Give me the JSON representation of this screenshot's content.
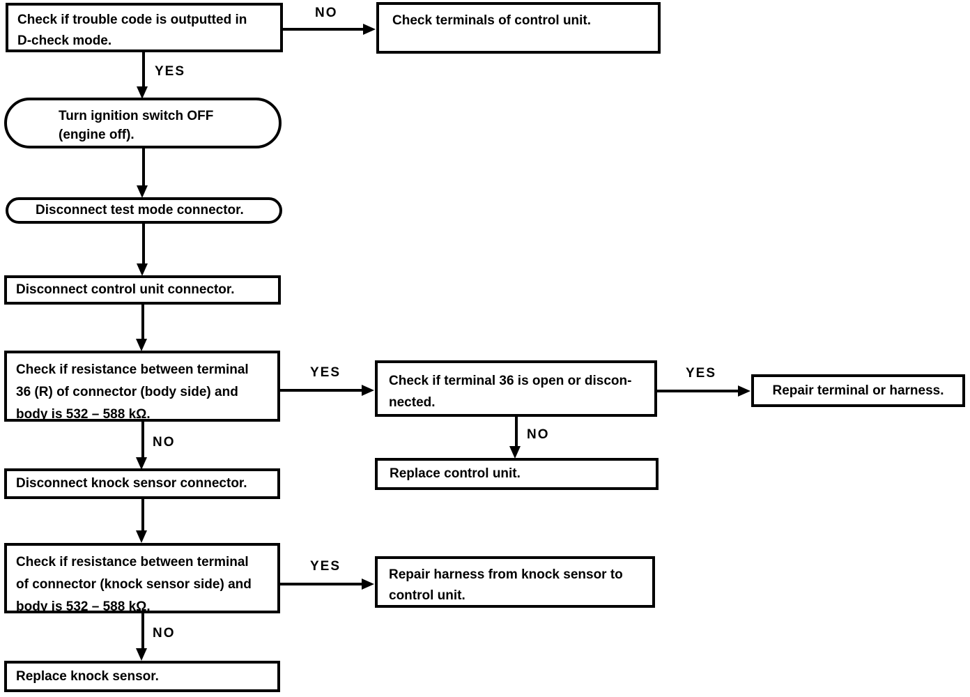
{
  "diagram_title": "Knock sensor diagnostic flowchart",
  "labels": {
    "yes": "YES",
    "no": "NO"
  },
  "colors": {
    "line": "#000000",
    "background": "#ffffff",
    "text": "#000000"
  },
  "nodes": {
    "check_trouble_code": {
      "shape": "rect",
      "text": "Check if trouble code is outputted in\nD-check mode."
    },
    "check_terminals": {
      "shape": "rect",
      "text": "Check terminals of control unit."
    },
    "turn_ignition_off": {
      "shape": "stadium",
      "text": "Turn ignition switch OFF\n(engine off)."
    },
    "disconnect_test_mode": {
      "shape": "stadium",
      "text": "Disconnect test mode connector."
    },
    "disconnect_control_unit": {
      "shape": "rect",
      "text": "Disconnect control unit connector."
    },
    "check_resistance_body": {
      "shape": "rect",
      "text": "Check if resistance between terminal\n36 (R) of connector (body side) and\nbody is 532 – 588 kΩ."
    },
    "check_terminal_36": {
      "shape": "rect",
      "text": "Check if terminal 36 is open or discon-\nnected."
    },
    "repair_terminal": {
      "shape": "rect",
      "text": "Repair terminal or harness."
    },
    "replace_control_unit": {
      "shape": "rect",
      "text": "Replace control unit."
    },
    "disconnect_knock_sensor": {
      "shape": "rect",
      "text": "Disconnect knock sensor connector."
    },
    "check_resistance_sensor": {
      "shape": "rect",
      "text": "Check if resistance between terminal\nof connector (knock sensor side) and\nbody is 532 – 588 kΩ."
    },
    "repair_harness": {
      "shape": "rect",
      "text": "Repair harness from knock sensor to\ncontrol unit."
    },
    "replace_knock_sensor": {
      "shape": "rect",
      "text": "Replace knock sensor."
    }
  },
  "edges": [
    {
      "from": "check_trouble_code",
      "to": "check_terminals",
      "label": "NO"
    },
    {
      "from": "check_trouble_code",
      "to": "turn_ignition_off",
      "label": "YES"
    },
    {
      "from": "turn_ignition_off",
      "to": "disconnect_test_mode",
      "label": ""
    },
    {
      "from": "disconnect_test_mode",
      "to": "disconnect_control_unit",
      "label": ""
    },
    {
      "from": "disconnect_control_unit",
      "to": "check_resistance_body",
      "label": ""
    },
    {
      "from": "check_resistance_body",
      "to": "check_terminal_36",
      "label": "YES"
    },
    {
      "from": "check_terminal_36",
      "to": "repair_terminal",
      "label": "YES"
    },
    {
      "from": "check_terminal_36",
      "to": "replace_control_unit",
      "label": "NO"
    },
    {
      "from": "check_resistance_body",
      "to": "disconnect_knock_sensor",
      "label": "NO"
    },
    {
      "from": "disconnect_knock_sensor",
      "to": "check_resistance_sensor",
      "label": ""
    },
    {
      "from": "check_resistance_sensor",
      "to": "repair_harness",
      "label": "YES"
    },
    {
      "from": "check_resistance_sensor",
      "to": "replace_knock_sensor",
      "label": "NO"
    }
  ]
}
